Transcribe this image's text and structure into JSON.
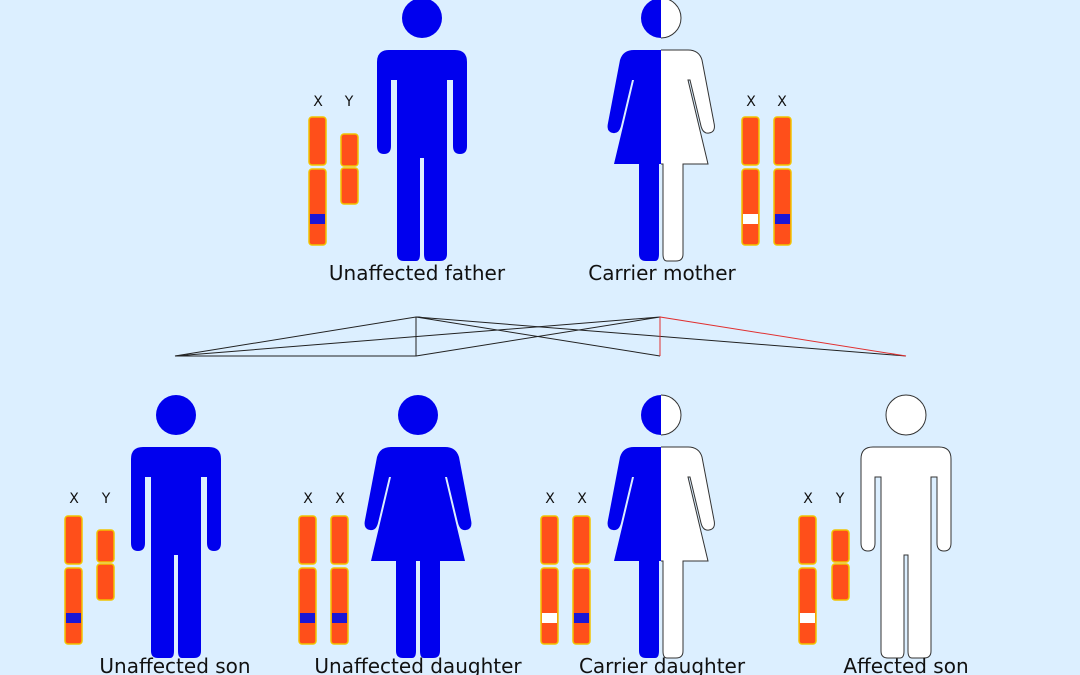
{
  "colors": {
    "background": "#dcefff",
    "unaffected_blue": "#0000ee",
    "affected_white": "#ffffff",
    "chromosome": "#ff4f1a",
    "chromosome_outline": "#f2c400",
    "dominant_band": "#1a16d6",
    "recessive_band": "#ffffff",
    "line_black": "#222222",
    "line_red": "#e03030"
  },
  "icons": {
    "male": "male-figure-icon",
    "female": "female-figure-icon"
  },
  "parents": {
    "father": {
      "label": "Unaffected father",
      "chrom_labels": [
        "X",
        "Y"
      ]
    },
    "mother": {
      "label": "Carrier mother",
      "chrom_labels": [
        "X",
        "X"
      ]
    }
  },
  "children": [
    {
      "label": "Unaffected son",
      "chrom_labels": [
        "X",
        "Y"
      ]
    },
    {
      "label": "Unaffected daughter",
      "chrom_labels": [
        "X",
        "X"
      ]
    },
    {
      "label": "Carrier daughter",
      "chrom_labels": [
        "X",
        "X"
      ]
    },
    {
      "label": "Affected son",
      "chrom_labels": [
        "X",
        "Y"
      ]
    }
  ]
}
